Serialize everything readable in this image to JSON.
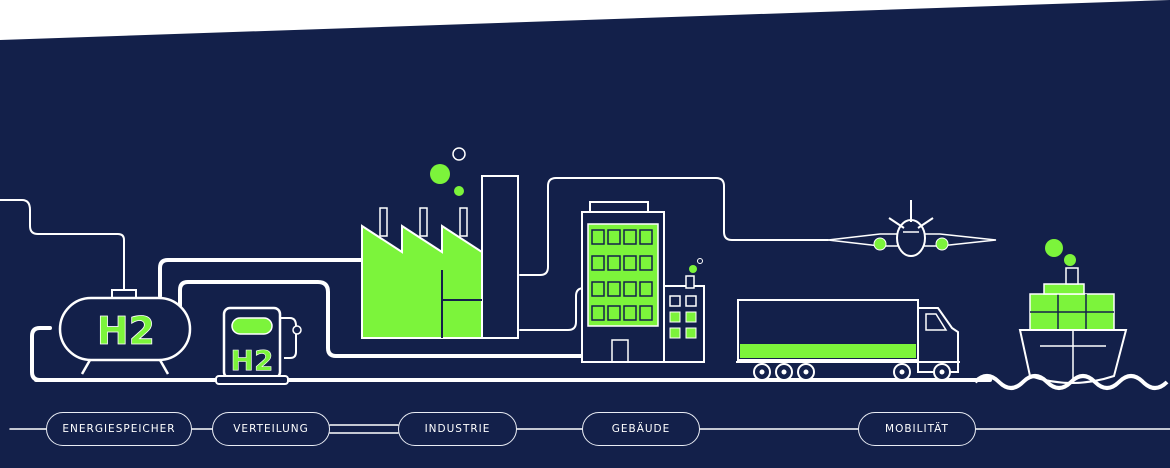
{
  "diagram": {
    "tank_label": "H2",
    "pump_label": "H2",
    "stages": [
      {
        "label": "ENERGIESPEICHER"
      },
      {
        "label": "VERTEILUNG"
      },
      {
        "label": "INDUSTRIE"
      },
      {
        "label": "GEBÄUDE"
      },
      {
        "label": "MOBILITÄT"
      }
    ]
  },
  "colors": {
    "background": "#13204a",
    "line": "#ffffff",
    "accent_green": "#7cf43b",
    "page": "#ffffff"
  },
  "icons": [
    "hydrogen-storage-tank-icon",
    "hydrogen-fuel-pump-icon",
    "factory-icon",
    "office-building-icon",
    "small-house-icon",
    "airplane-icon",
    "truck-icon",
    "ship-icon",
    "wave-icon"
  ]
}
